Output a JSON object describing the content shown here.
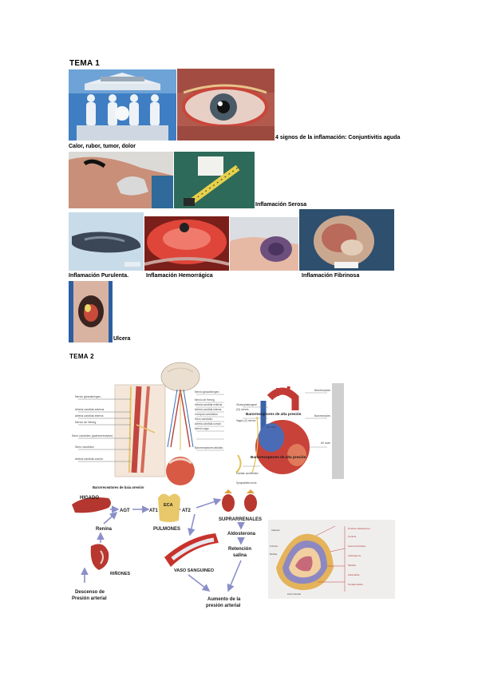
{
  "tema1": {
    "heading": "TEMA 1",
    "captions": {
      "signos": "4 signos de la inflamación: Conjuntivitis aguda",
      "calor": "Calor, rubor, tumor, dolor",
      "serosa": "Inflamación Serosa",
      "purulenta": "Inflamación Purulenta.",
      "hemorragica": "Inflamación Hemorrágica",
      "fibrinosa": "Inflamación Fibrinosa",
      "ulcera": "Ulcera"
    }
  },
  "tema2": {
    "heading": "TEMA 2",
    "baro": {
      "label1": "Barorreceptores de baja presión",
      "label2": "Barorreceptores de alta presión",
      "label3": "Barorreceptores de alta presión"
    },
    "raas": {
      "higado": "HIGADO",
      "agt": "AGT",
      "at1": "AT1",
      "eca": "ECA",
      "at2": "AT2",
      "renina": "Renina",
      "pulmones": "PULMONES",
      "suprarrenales": "SUPRARRENALES",
      "aldosterona": "Aldosterona",
      "retencion_1": "Retención",
      "retencion_2": "salina",
      "rinones": "RIÑONES",
      "vaso": "VASO SANGUINEO",
      "descenso_1": "Descenso de",
      "descenso_2": "Presión arterial",
      "aumento_1": "Aumento de la",
      "aumento_2": "presión arterial"
    }
  }
}
